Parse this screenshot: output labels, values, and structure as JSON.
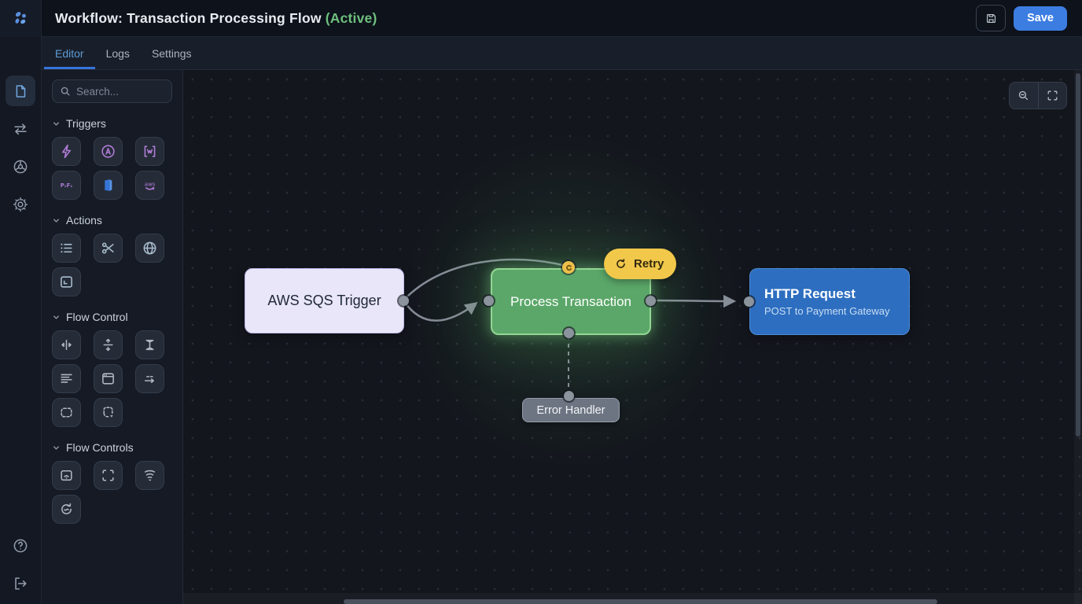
{
  "header": {
    "title": "Workflow: Transaction Processing Flow",
    "status": "(Active)",
    "status_color": "#6fc07d",
    "save_label": "Save",
    "save_icon": "floppy-disk-icon",
    "accent_color": "#3c7de2",
    "logo_icon": "app-logo"
  },
  "tabs": [
    {
      "label": "Editor",
      "active": true
    },
    {
      "label": "Logs",
      "active": false
    },
    {
      "label": "Settings",
      "active": false
    }
  ],
  "rail": {
    "items": [
      "document",
      "exchange-arrows",
      "globe",
      "gear"
    ],
    "bottom_items": [
      "help-circle",
      "logout"
    ]
  },
  "sidebar": {
    "search": {
      "placeholder": "Search...",
      "icon": "search-icon"
    },
    "sections": [
      {
        "label": "Triggers",
        "icon_color": "#b07bd6",
        "icons": [
          "lightning",
          "circle-a",
          "webhook",
          "fifo",
          "azure-db",
          "aws"
        ]
      },
      {
        "label": "Actions",
        "icon_color": "#a9bccd",
        "icons": [
          "list",
          "scissors",
          "globe-grid",
          "terminal"
        ]
      },
      {
        "label": "Flow Control",
        "icon_color": "#aeb6c2",
        "icons": [
          "split-h",
          "split-v",
          "ibeam",
          "align-left",
          "window",
          "swap-arrows",
          "loop",
          "branch"
        ]
      },
      {
        "label": "Flow Controls",
        "icon_color": "#aeb6c2",
        "icons": [
          "signal-box",
          "selection",
          "tornado",
          "refresh"
        ]
      }
    ]
  },
  "canvas": {
    "controls": [
      "zoom-magnifier",
      "fit-view"
    ],
    "edge_color": "#868d97",
    "nodes": [
      {
        "id": "aws-sqs-trigger",
        "label": "AWS SQS Trigger",
        "color": "#e8e6f8"
      },
      {
        "id": "process-transaction",
        "label": "Process Transaction",
        "color": "#5ba769",
        "glow": true
      },
      {
        "id": "http-request",
        "label": "HTTP Request",
        "sublabel": "POST to Payment Gateway",
        "color": "#2d6ec0"
      },
      {
        "id": "error-handler",
        "label": "Error Handler",
        "color": "#6d7582"
      }
    ],
    "badge": {
      "label": "Retry",
      "color": "#f2c84b",
      "icon": "retry-refresh-icon"
    }
  }
}
